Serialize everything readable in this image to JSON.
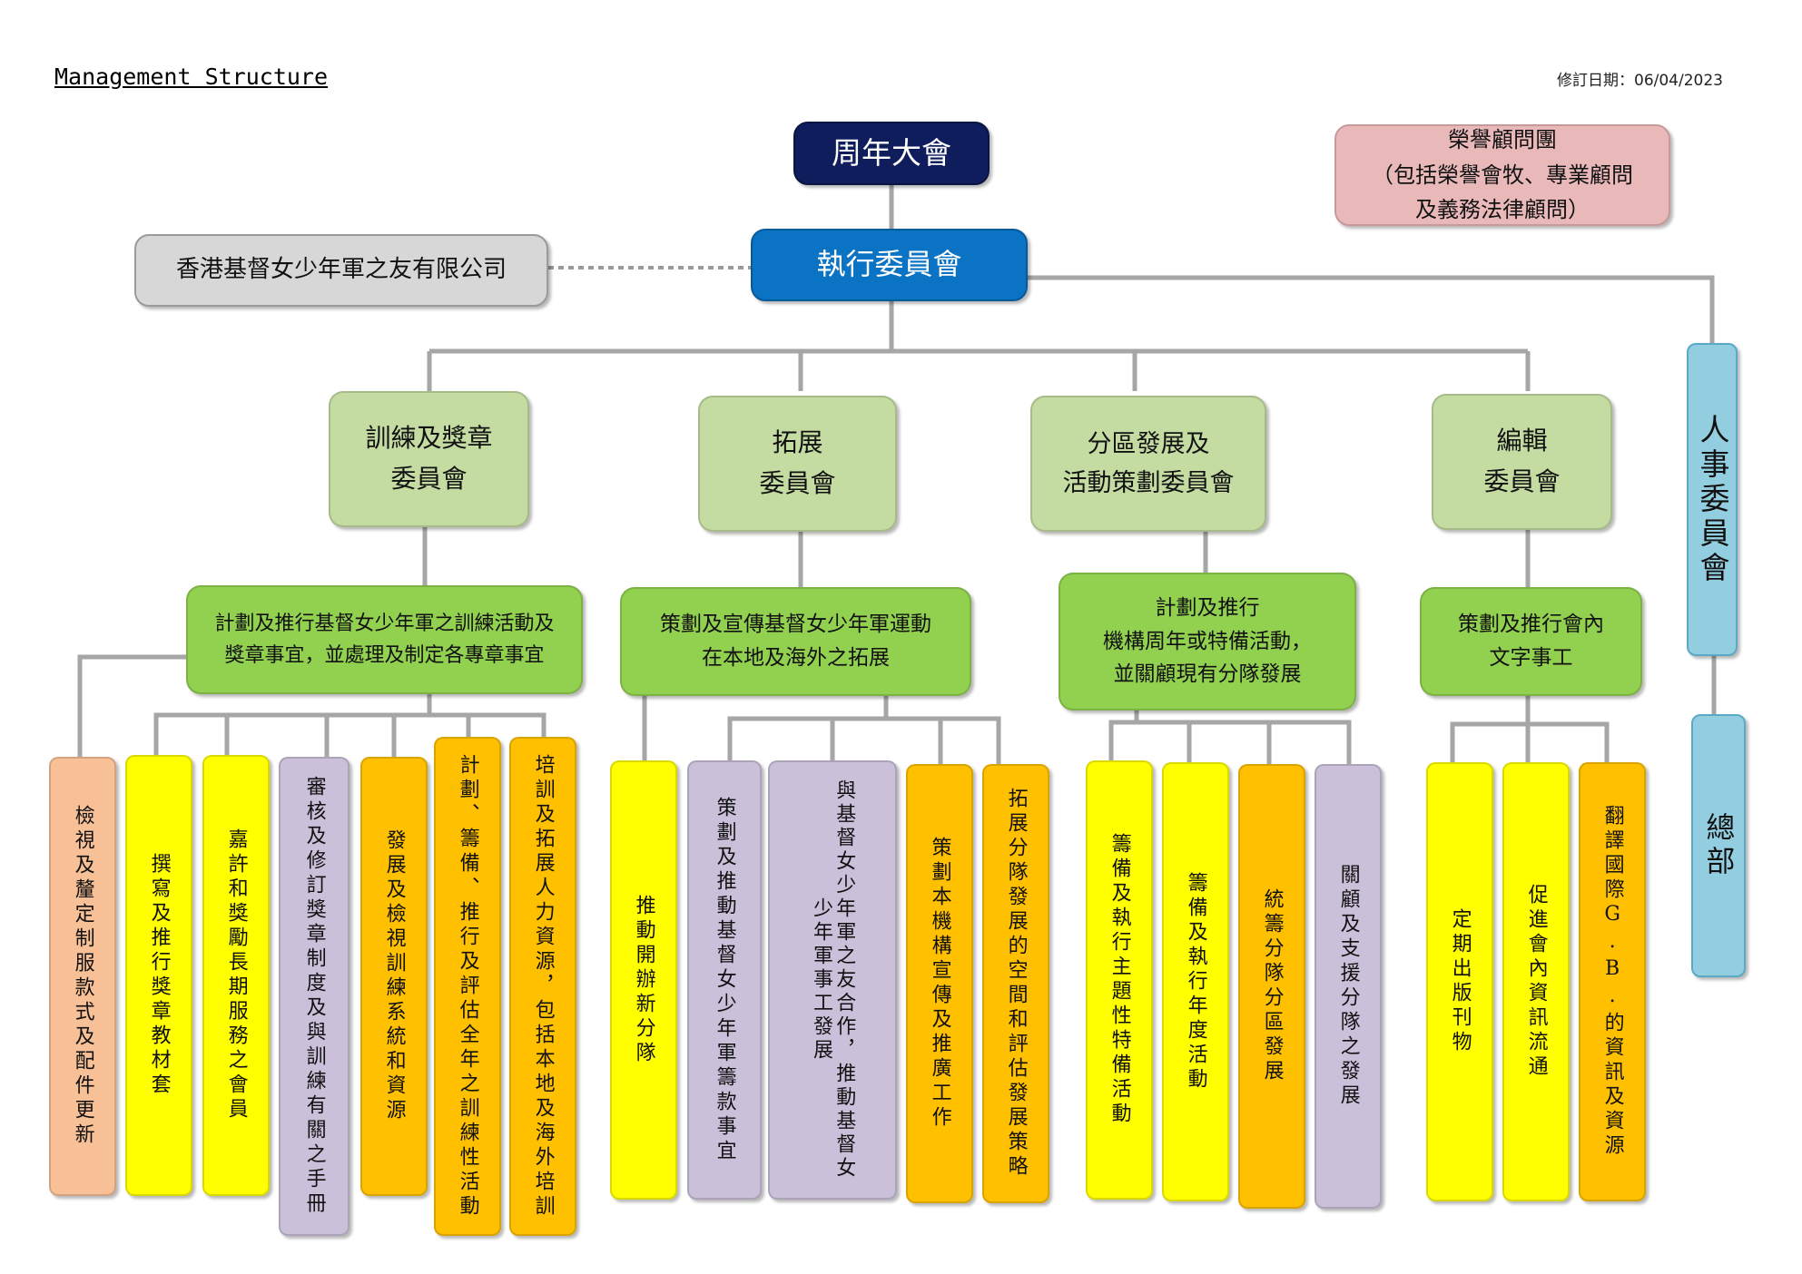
{
  "header": {
    "title": "Management Structure",
    "revision": "修訂日期：06/04/2023"
  },
  "colors": {
    "navy": "#0f1d5c",
    "blue": "#0a73c4",
    "grey": "#d7d7d7",
    "pink": "#e9b9b9",
    "lightblue": "#93cde0",
    "sage": "#c4dca2",
    "green": "#92d050",
    "salmon": "#f8c097",
    "yellow": "#ffff00",
    "orange": "#ffc000",
    "lavender": "#cbc0da",
    "line": "#a6a6a6"
  },
  "top": {
    "agm": "周年大會",
    "executive": "執行委員會",
    "friends": "香港基督女少年軍之友有限公司",
    "advisors": "榮譽顧問團\n（包括榮譽會牧、專業顧問\n及義務法律顧問）",
    "personnel": "人事委員會",
    "headquarters": "總部"
  },
  "committees": [
    "訓練及獎章\n委員會",
    "拓展\n委員會",
    "分區發展及\n活動策劃委員會",
    "編輯\n委員會"
  ],
  "functions": [
    "計劃及推行基督女少年軍之訓練活動及\n獎章事宜，並處理及制定各專章事宜",
    "策劃及宣傳基督女少年軍運動\n在本地及海外之拓展",
    "計劃及推行\n機構周年或特備活動，\n並關顧現有分隊發展",
    "策劃及推行會內\n文字事工"
  ],
  "tasks": [
    "檢視及釐定制服款式及配件更新",
    "撰寫及推行獎章教材套",
    "嘉許和獎勵長期服務之會員",
    "審核及修訂獎章制度及與訓練有關之手冊",
    "發展及檢視訓練系統和資源",
    "計劃、籌備、推行及評估全年之訓練性活動",
    "培訓及拓展人力資源，包括本地及海外培訓",
    "推動開辦新分隊",
    "策劃及推動基督女少年軍籌款事宜",
    "與基督女少年軍之友合作，推動基督女少年軍事工發展",
    "策劃本機構宣傳及推廣工作",
    "拓展分隊發展的空間和評估發展策略",
    "籌備及執行主題性特備活動",
    "籌備及執行年度活動",
    "統籌分隊分區發展",
    "關顧及支援分隊之發展",
    "定期出版刊物",
    "促進會內資訊流通",
    "翻譯國際G.B.的資訊及資源"
  ]
}
